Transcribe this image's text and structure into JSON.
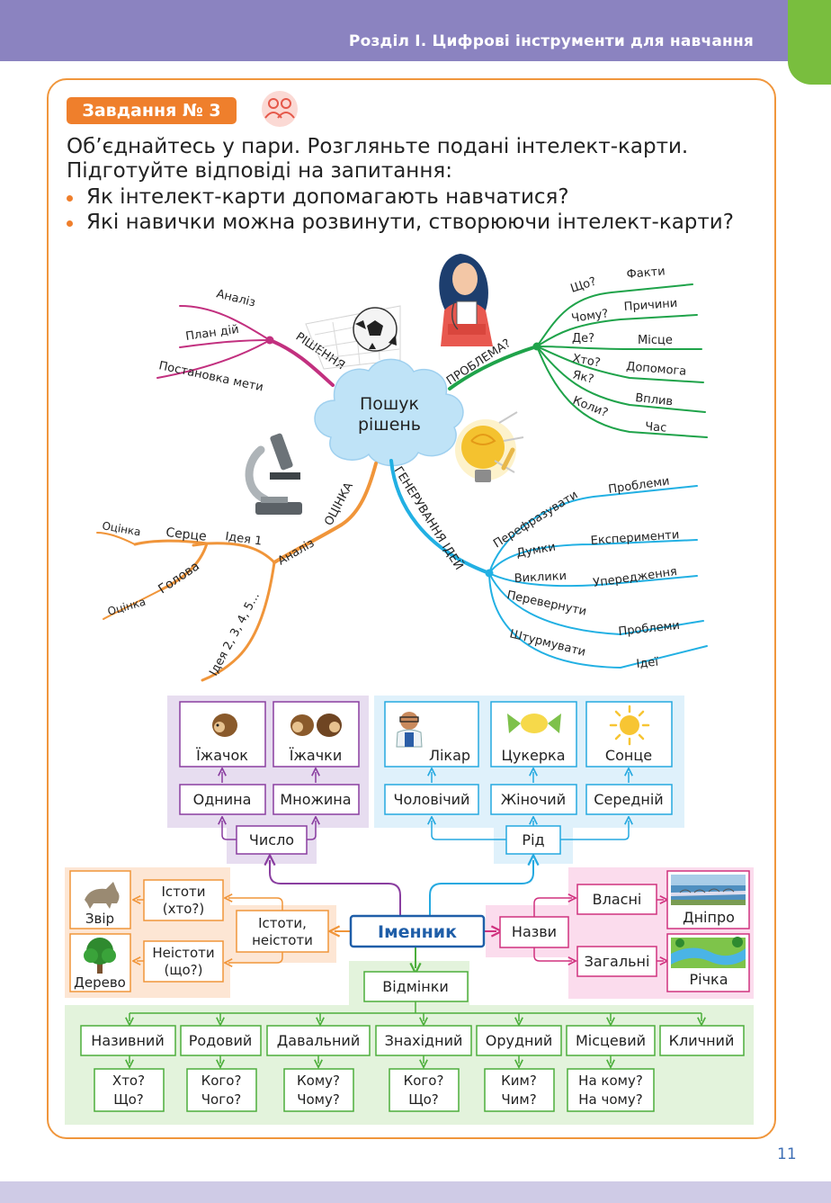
{
  "header": {
    "section_title": "Розділ І. Цифрові інструменти для навчання"
  },
  "task": {
    "badge": "Завдання № 3",
    "intro": "Об’єднайтесь у пари. Розгляньте подані інтелект-карти. Підготуйте відповіді на запитання:",
    "questions": [
      "Як інтелект-карти допомагають навчатися?",
      "Які навички можна розвинути, створюючи інтелект-карти?"
    ]
  },
  "mind_map_1": {
    "center": [
      "Пошук",
      "рішень"
    ],
    "solution": {
      "branch": "РІШЕННЯ",
      "items": [
        "Аналіз",
        "План дій",
        "Постановка мети"
      ]
    },
    "problem": {
      "branch": "ПРОБЛЕМА?",
      "questions": [
        "Що?",
        "Чому?",
        "Де?",
        "Хто?",
        "Як?",
        "Коли?"
      ],
      "answers": [
        "Факти",
        "Причини",
        "Місце",
        "Допомога",
        "Вплив",
        "Час"
      ]
    },
    "evaluation": {
      "branch": "ОЦІНКА",
      "analysis": "Аналіз",
      "idea1": "Ідея 1",
      "ideas": "Ідея 2, 3, 4, 5...",
      "heart": "Серце",
      "head": "Голова",
      "score1": "Оцінка",
      "score2": "Оцінка"
    },
    "ideas": {
      "branch": "ГЕНЕРУВАННЯ ІДЕЙ",
      "left": [
        "Перефразувати",
        "Думки",
        "Виклики",
        "Перевернути",
        "Штурмувати"
      ],
      "right": [
        "Проблеми",
        "Експерименти",
        "Упередження",
        "Проблеми",
        "Ідеї"
      ]
    }
  },
  "mind_map_2": {
    "center": "Іменник",
    "number": {
      "label": "Число",
      "singular": "Однина",
      "plural": "Множина",
      "pic1": "Їжачок",
      "pic2": "Їжачки"
    },
    "gender": {
      "label": "Рід",
      "masc": "Чоловічий",
      "fem": "Жіночий",
      "neut": "Середній",
      "pic1": "Лікар",
      "pic2": "Цукерка",
      "pic3": "Сонце"
    },
    "animacy": {
      "label_line1": "Істоти,",
      "label_line2": "неістоти",
      "animate_1": "Істоти",
      "animate_2": "(хто?)",
      "inanimate_1": "Неістоти",
      "inanimate_2": "(що?)",
      "pic1": "Звір",
      "pic2": "Дерево"
    },
    "names": {
      "label": "Назви",
      "proper": "Власні",
      "common": "Загальні",
      "pic1": "Дніпро",
      "pic2": "Річка"
    },
    "cases": {
      "label": "Відмінки",
      "items": [
        "Називний",
        "Родовий",
        "Давальний",
        "Знахідний",
        "Орудний",
        "Місцевий",
        "Кличний"
      ],
      "questions": [
        [
          "Хто?",
          "Що?"
        ],
        [
          "Кого?",
          "Чого?"
        ],
        [
          "Кому?",
          "Чому?"
        ],
        [
          "Кого?",
          "Що?"
        ],
        [
          "Ким?",
          "Чим?"
        ],
        [
          "На кому?",
          "На чому?"
        ]
      ]
    }
  },
  "page_number": "11",
  "colors": {
    "header": "#8b83c0",
    "accent_orange": "#ef7f2c",
    "green_tab": "#79be3e",
    "magenta": "#c2307f",
    "green": "#1fa34a",
    "orange_branch": "#f0953a",
    "cyan": "#22b0e3",
    "purple": "#8a3ea0",
    "blue": "#25a9e0",
    "noun_blue": "#1f5ea8",
    "case_green": "#4cae3b"
  }
}
